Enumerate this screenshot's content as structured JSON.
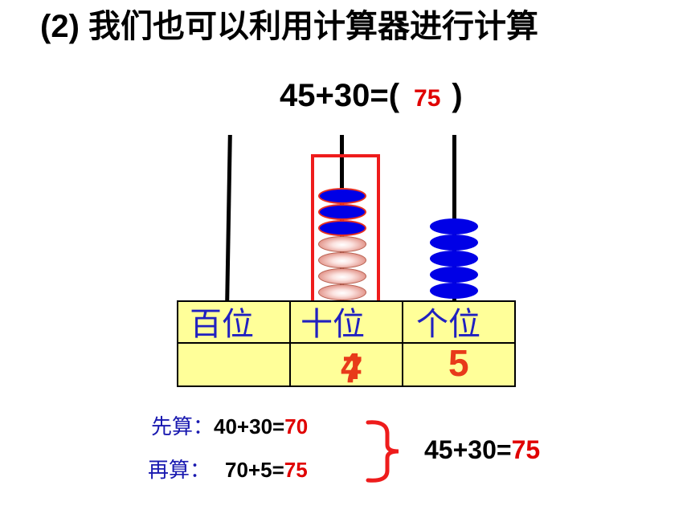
{
  "title": "(2) 我们也可以利用计算器进行计算",
  "equation": {
    "prefix": "45+30=(",
    "answer": "75",
    "suffix": ")"
  },
  "abacus": {
    "place_labels": [
      "百位",
      "十位",
      "个位"
    ],
    "digit_values": {
      "hundreds": "",
      "tens_overlay_old": "4",
      "tens_overlay_new": "7",
      "ones": "5"
    },
    "beads": {
      "tens_added_blue": 3,
      "tens_original": 4,
      "ones": 5
    },
    "colors": {
      "blue_bead": "#0000e6",
      "pink_bead": "#e49a90",
      "highlight": "#ee1c1c",
      "cell": "#ffff99"
    }
  },
  "steps": [
    {
      "label": "先算：",
      "expr": "40+30=",
      "answer": "70"
    },
    {
      "label": "再算：",
      "expr": "70+5=",
      "answer": "75"
    }
  ],
  "result": {
    "expr": "45+30=",
    "answer": "75"
  }
}
